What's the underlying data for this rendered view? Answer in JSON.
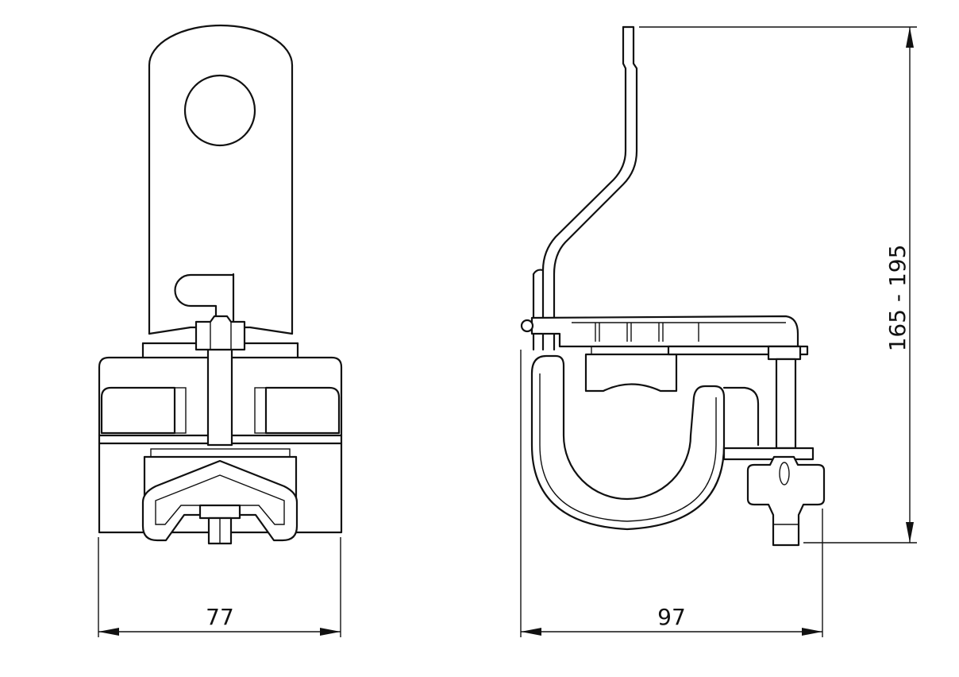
{
  "dimensions": {
    "width_front": "77",
    "width_side": "97",
    "height": "165 - 195"
  }
}
